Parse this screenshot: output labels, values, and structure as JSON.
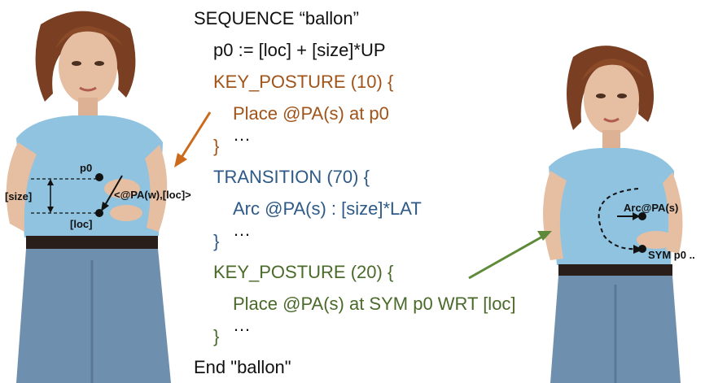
{
  "code_lines": [
    {
      "text": "SEQUENCE “ballon”",
      "color": "#111111"
    },
    {
      "text": "p0 := [loc] + [size]*UP",
      "color": "#111111"
    },
    {
      "text": "KEY_POSTURE (10) {",
      "color": "#a0541a"
    },
    {
      "text": "Place @PA(s) at p0",
      "color": "#a0541a"
    },
    {
      "text": "…",
      "color": "#111111"
    },
    {
      "text": "}",
      "color": "#a0541a"
    },
    {
      "text": "TRANSITION (70) {",
      "color": "#2e5a87"
    },
    {
      "text": "Arc @PA(s) : [size]*LAT",
      "color": "#2e5a87"
    },
    {
      "text": "…",
      "color": "#111111"
    },
    {
      "text": "}",
      "color": "#2e5a87"
    },
    {
      "text": "KEY_POSTURE (20) {",
      "color": "#4a6a2a"
    },
    {
      "text": "Place @PA(s) at SYM p0 WRT [loc]",
      "color": "#4a6a2a"
    },
    {
      "text": "…",
      "color": "#111111"
    },
    {
      "text": "}",
      "color": "#4a6a2a"
    },
    {
      "text": "End \"ballon\"",
      "color": "#111111"
    }
  ],
  "left_figure": {
    "labels": {
      "p0": "p0",
      "size": "[size]",
      "loc": "[loc]",
      "vector": "<@PA(w),[loc]>"
    }
  },
  "right_figure": {
    "labels": {
      "arc": "Arc@PA(s)",
      "sym": "SYM p0 .."
    }
  },
  "colors": {
    "orange_arrow": "#cc6a1c",
    "green_arrow": "#5e8a3a",
    "shirt": "#8fc3df",
    "jeans": "#6f8fae",
    "skin": "#e6bfa3",
    "hair": "#7a3f22"
  }
}
